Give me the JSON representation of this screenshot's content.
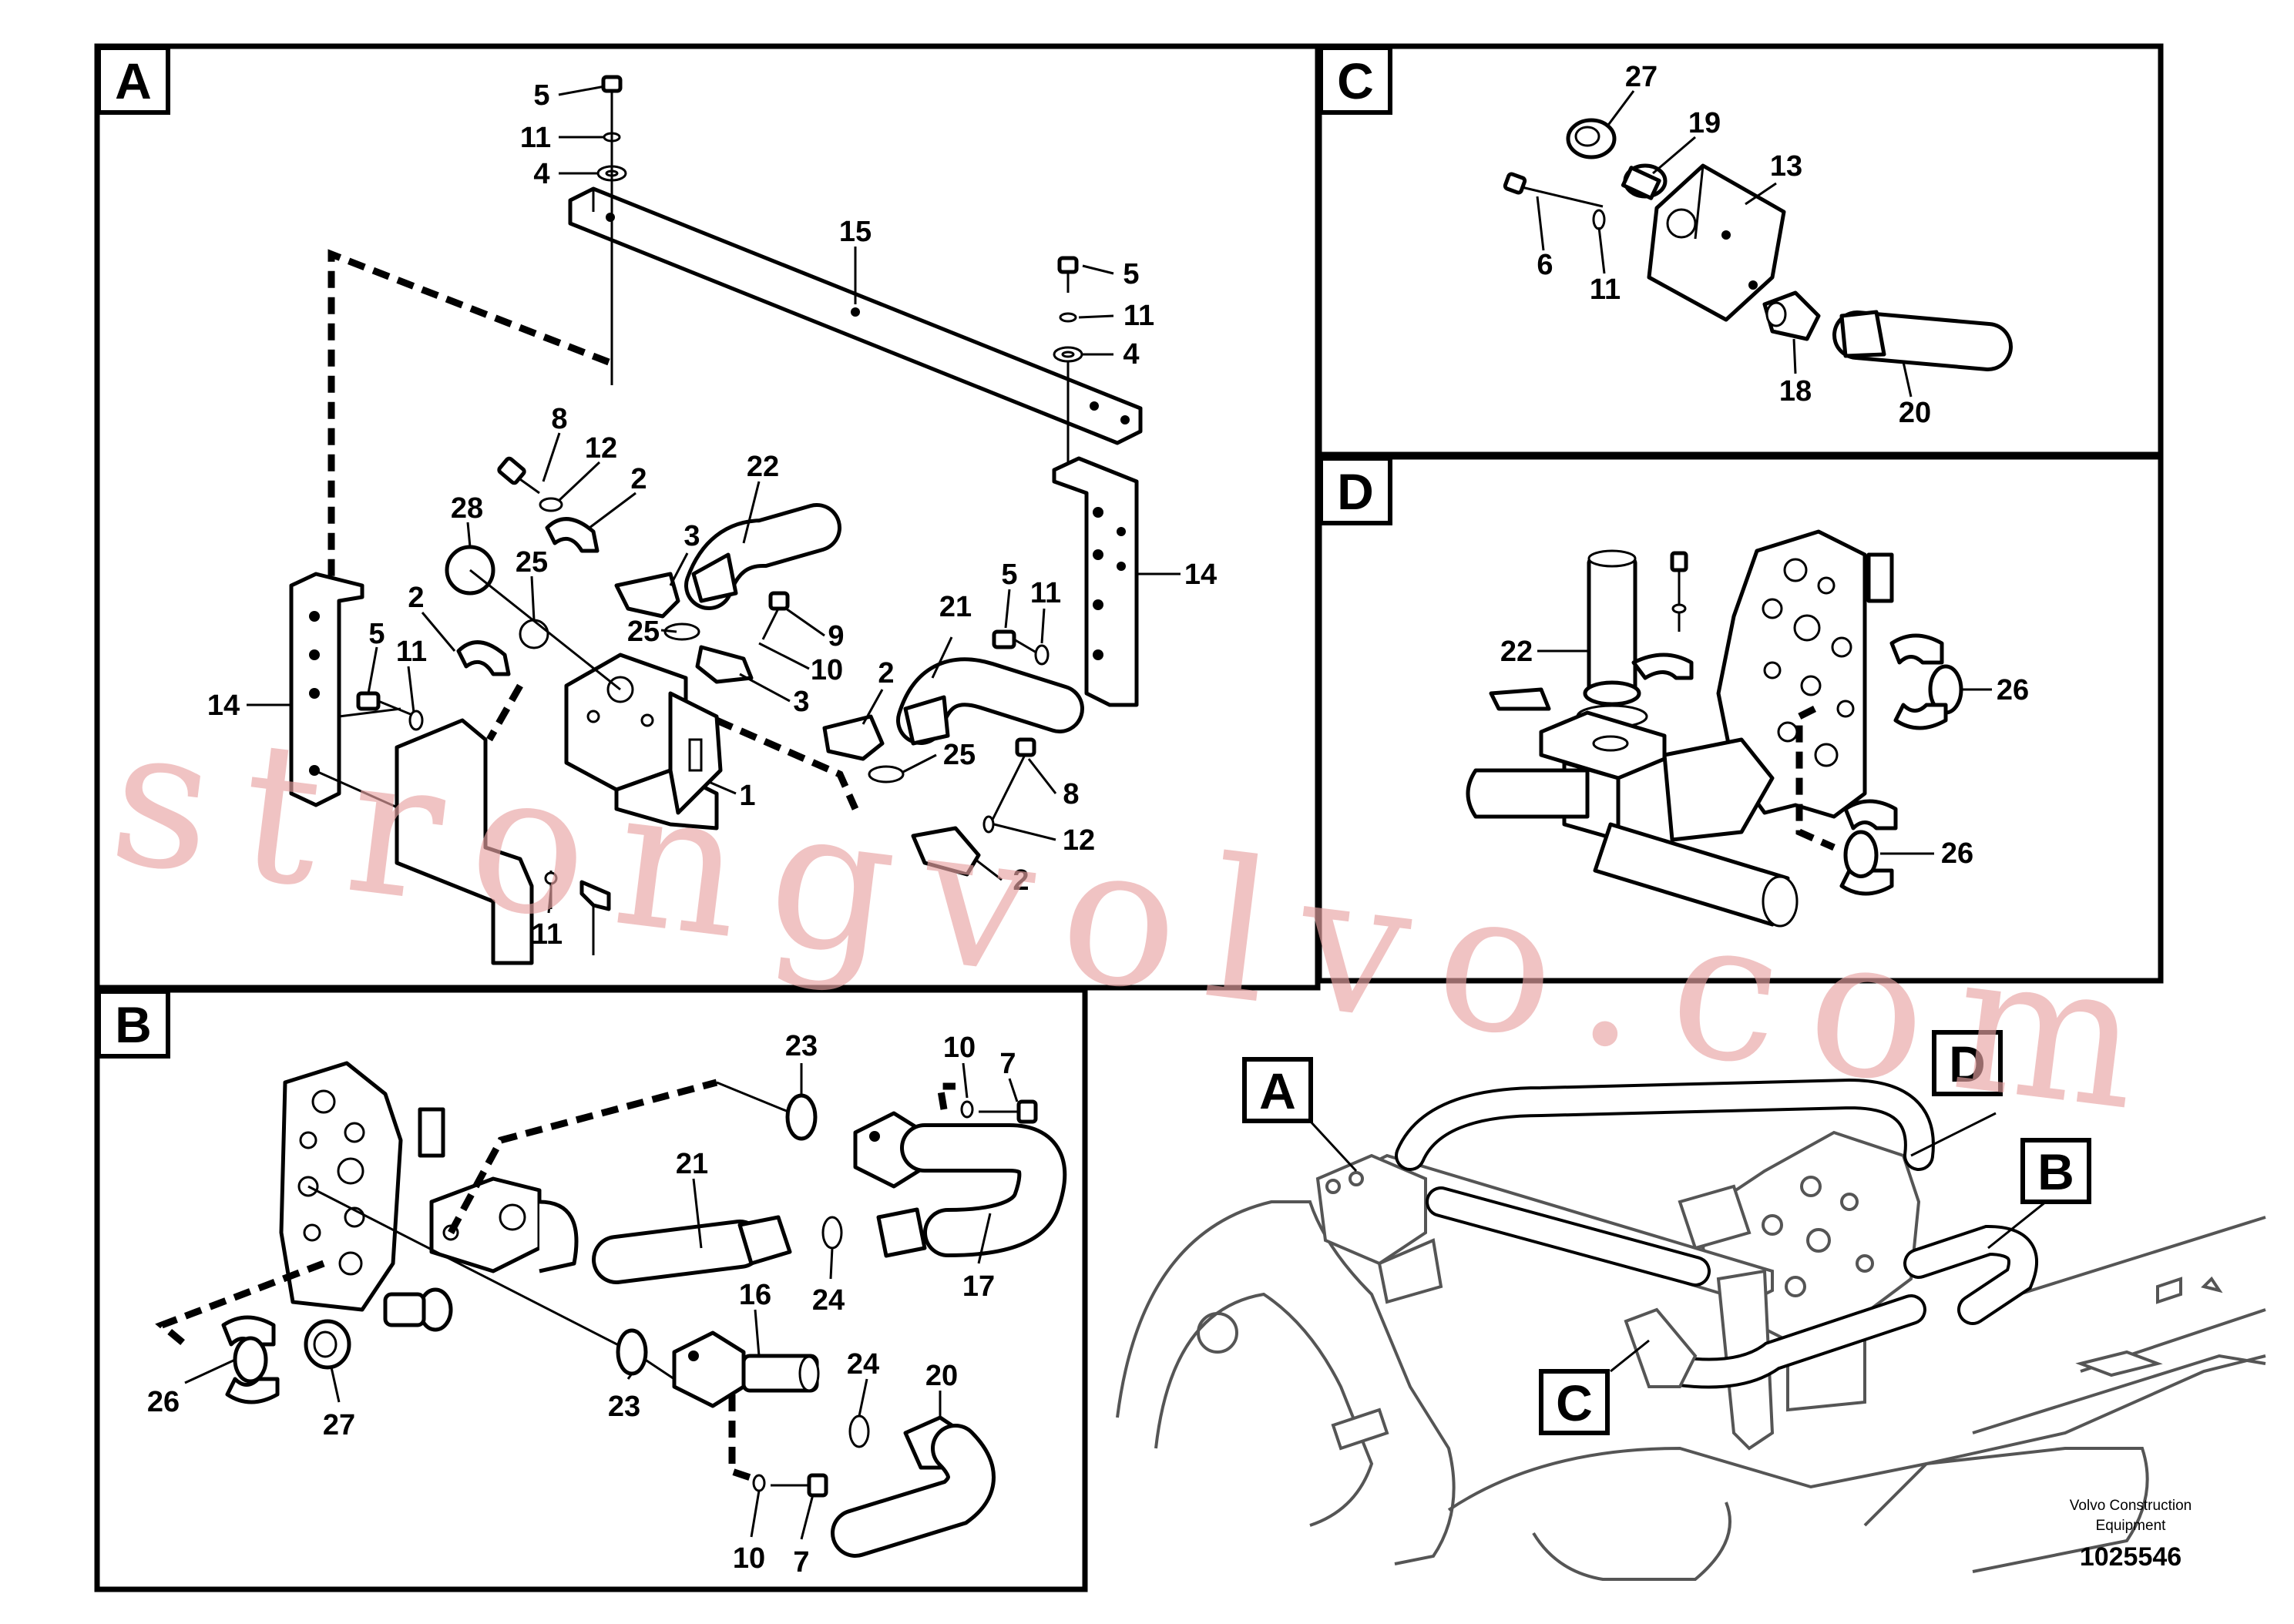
{
  "panels": {
    "a": {
      "label": "A"
    },
    "b": {
      "label": "B"
    },
    "c": {
      "label": "C"
    },
    "d": {
      "label": "D"
    }
  },
  "overview_labels": {
    "a": "A",
    "b": "B",
    "c": "C",
    "d": "D"
  },
  "callouts_a": [
    "5",
    "11",
    "4",
    "15",
    "5",
    "11",
    "4",
    "14",
    "8",
    "12",
    "2",
    "22",
    "28",
    "25",
    "3",
    "25",
    "9",
    "10",
    "3",
    "5",
    "11",
    "21",
    "2",
    "25",
    "8",
    "12",
    "2",
    "1",
    "14",
    "5",
    "11",
    "2",
    "11"
  ],
  "callouts_b": [
    "23",
    "10",
    "7",
    "21",
    "24",
    "17",
    "16",
    "24",
    "20",
    "26",
    "27",
    "23",
    "10",
    "7"
  ],
  "callouts_c": [
    "27",
    "19",
    "13",
    "6",
    "11",
    "18",
    "20"
  ],
  "callouts_d": [
    "22",
    "26",
    "26"
  ],
  "watermark": "strongvolvo.com",
  "footer": {
    "company_line1": "Volvo Construction",
    "company_line2": "Equipment",
    "doc_number": "1025546"
  }
}
